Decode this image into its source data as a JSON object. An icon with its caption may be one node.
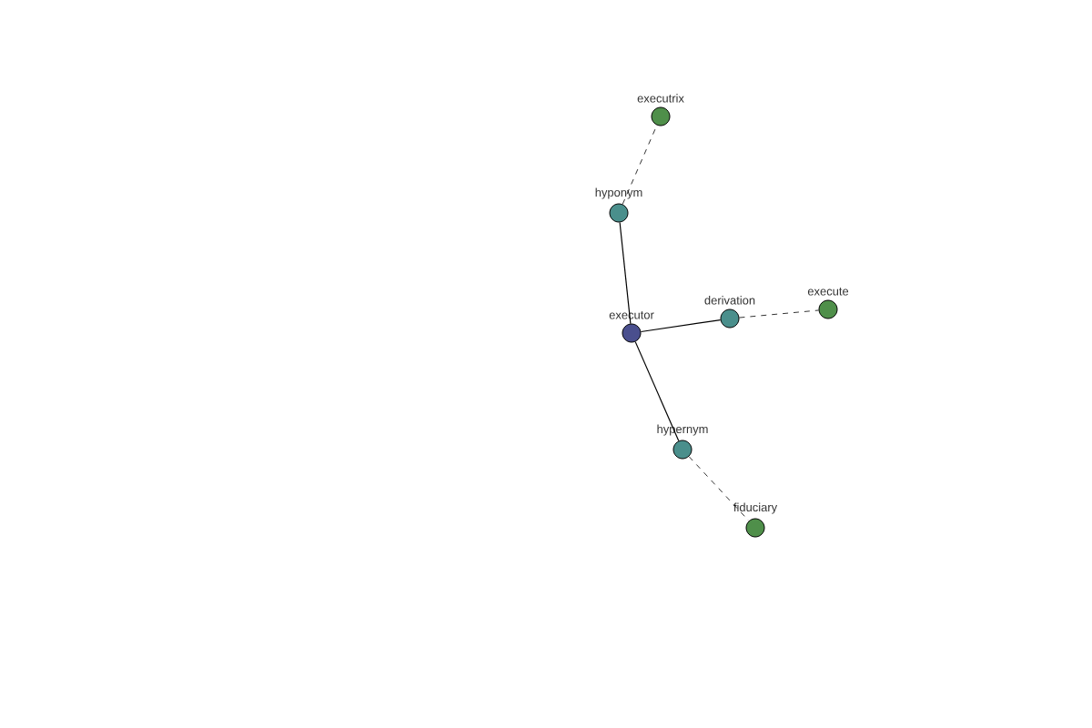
{
  "diagram": {
    "nodes": [
      {
        "text": [
          "executor"
        ]
      },
      {
        "text": [
          "hyponym"
        ]
      },
      {
        "text": [
          "executrix"
        ]
      },
      {
        "text": [
          "derivation"
        ]
      },
      {
        "text": [
          "execute"
        ]
      },
      {
        "text": [
          "hypernym"
        ]
      },
      {
        "text": [
          "fiduciary"
        ]
      }
    ],
    "edges": [
      {
        "from": 0,
        "to": 1,
        "arrow": "none"
      },
      {
        "from": 1,
        "to": 2,
        "arrow": "none",
        "style": "dashed"
      },
      {
        "from": 0,
        "to": 3,
        "arrow": "none"
      },
      {
        "from": 3,
        "to": 4,
        "arrow": "none",
        "style": "dashed"
      },
      {
        "from": 0,
        "to": 5,
        "arrow": "none"
      },
      {
        "from": 5,
        "to": 6,
        "arrow": "none",
        "style": "dashed"
      }
    ]
  }
}
